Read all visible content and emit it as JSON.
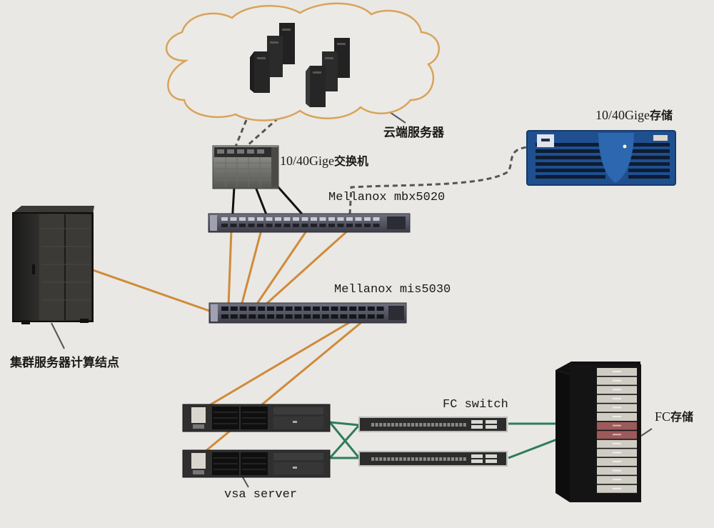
{
  "diagram": {
    "title": "",
    "nodes": [
      {
        "id": "cloud",
        "label": "云端服务器",
        "type": "cloud-servers"
      },
      {
        "id": "core_switch",
        "label_prefix": "10/40Gige",
        "label_suffix": "交换机",
        "type": "chassis-switch"
      },
      {
        "id": "eth_storage",
        "label_prefix": "10/40Gige",
        "label_suffix": "存储",
        "type": "storage-array"
      },
      {
        "id": "mbx5020",
        "label": "Mellanox mbx5020",
        "type": "ib-gateway"
      },
      {
        "id": "mis5030",
        "label": "Mellanox mis5030",
        "type": "ib-switch"
      },
      {
        "id": "cluster",
        "label": "集群服务器计算结点",
        "type": "server-rack"
      },
      {
        "id": "vsa1",
        "label": "",
        "type": "rack-server"
      },
      {
        "id": "vsa2",
        "label": "vsa server",
        "type": "rack-server"
      },
      {
        "id": "fc_switch1",
        "label": "FC switch",
        "type": "fc-switch"
      },
      {
        "id": "fc_switch2",
        "label": "",
        "type": "fc-switch"
      },
      {
        "id": "fc_storage",
        "label_prefix": "FC",
        "label_suffix": "存储",
        "type": "storage-rack"
      }
    ],
    "links": [
      {
        "from": "cloud",
        "to": "core_switch",
        "style": "dashed",
        "color": "#555555",
        "count": 2
      },
      {
        "from": "core_switch",
        "to": "mbx5020",
        "style": "solid",
        "color": "#111111",
        "count": 3
      },
      {
        "from": "mbx5020",
        "to": "eth_storage",
        "style": "dashed",
        "color": "#555555",
        "count": 1
      },
      {
        "from": "mbx5020",
        "to": "mis5030",
        "style": "solid",
        "color": "#d08a3a",
        "count": 4
      },
      {
        "from": "cluster",
        "to": "mis5030",
        "style": "solid",
        "color": "#d08a3a",
        "count": 1
      },
      {
        "from": "mis5030",
        "to": "vsa1",
        "style": "solid",
        "color": "#d08a3a",
        "count": 1
      },
      {
        "from": "mis5030",
        "to": "vsa2",
        "style": "solid",
        "color": "#d08a3a",
        "count": 1
      },
      {
        "from": "vsa1",
        "to": "fc_switch1",
        "style": "solid",
        "color": "#2e7d5b",
        "count": 1
      },
      {
        "from": "vsa1",
        "to": "fc_switch2",
        "style": "solid",
        "color": "#2e7d5b",
        "count": 1
      },
      {
        "from": "vsa2",
        "to": "fc_switch1",
        "style": "solid",
        "color": "#2e7d5b",
        "count": 1
      },
      {
        "from": "vsa2",
        "to": "fc_switch2",
        "style": "solid",
        "color": "#2e7d5b",
        "count": 1
      },
      {
        "from": "fc_switch1",
        "to": "fc_storage",
        "style": "solid",
        "color": "#2e7d5b",
        "count": 1
      },
      {
        "from": "fc_switch2",
        "to": "fc_storage",
        "style": "solid",
        "color": "#2e7d5b",
        "count": 1
      }
    ]
  },
  "colors": {
    "background": "#e9e8e4",
    "cloud_outline": "#d9a35a",
    "infiniband_cable": "#d08a3a",
    "ethernet_cable": "#111111",
    "fc_cable": "#2e7d5b",
    "dashed_link": "#555555",
    "storage_blue": "#1f4f8f"
  }
}
